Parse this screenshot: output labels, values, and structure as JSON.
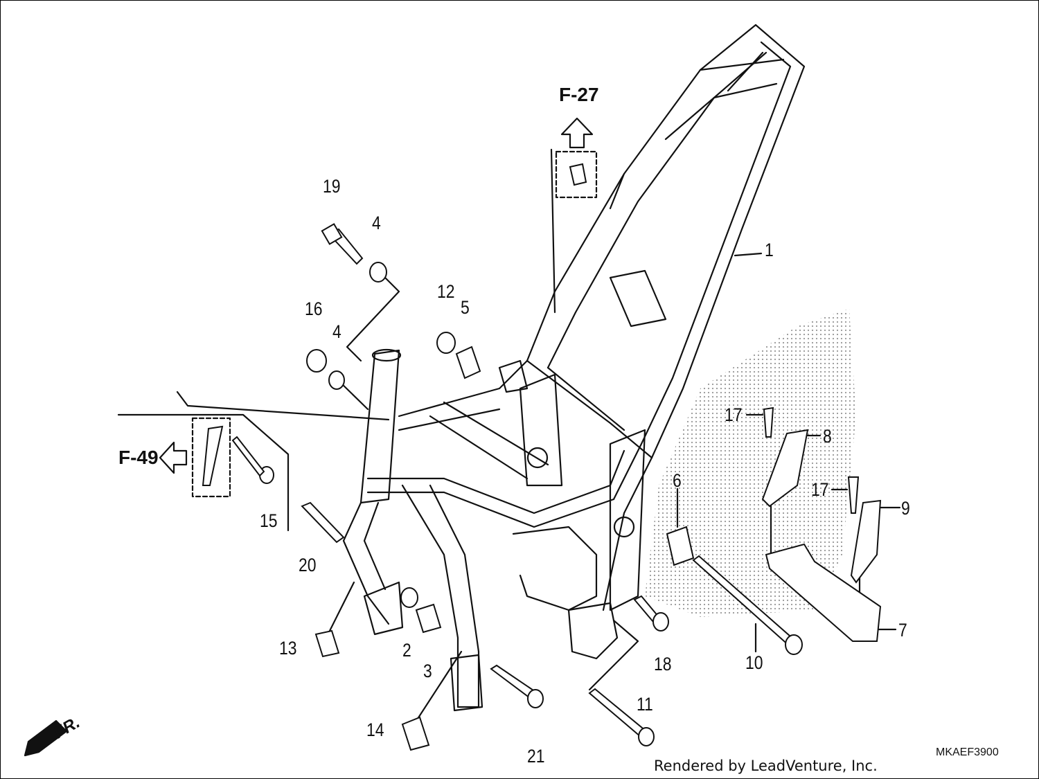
{
  "diagram": {
    "part_labels": [
      "1",
      "2",
      "3",
      "4",
      "4",
      "5",
      "6",
      "7",
      "8",
      "9",
      "10",
      "11",
      "12",
      "13",
      "14",
      "15",
      "16",
      "17",
      "17",
      "18",
      "19",
      "20",
      "21"
    ],
    "references": [
      "F-27",
      "F-49"
    ],
    "direction_label": "FR.",
    "diagram_code": "MKAEF3900",
    "credit": "Rendered by LeadVenture, Inc."
  },
  "colors": {
    "line": "#111111",
    "background": "#ffffff",
    "shading": "#9a9a9a"
  }
}
